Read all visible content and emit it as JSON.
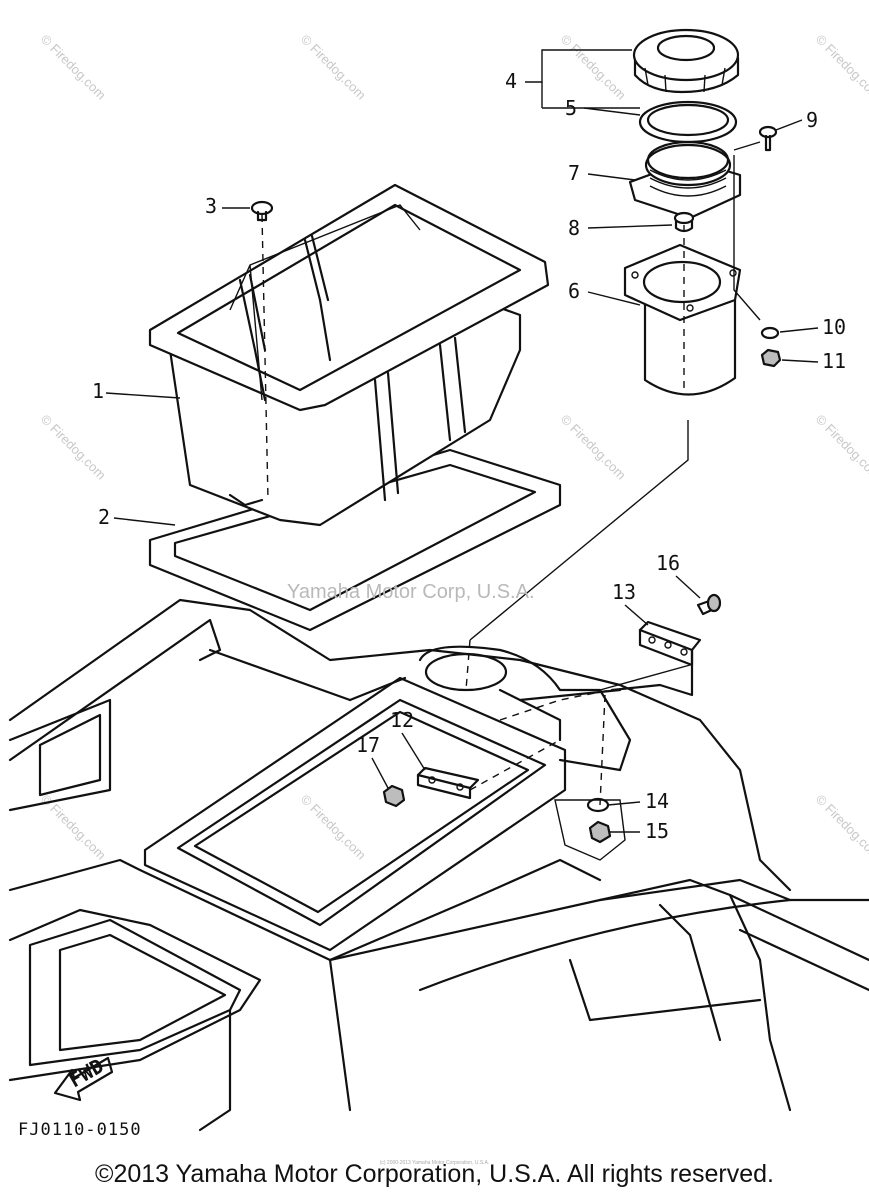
{
  "watermark": {
    "center": "Yamaha Motor Corp, U.S.A.",
    "repeat": "© Firedog.com"
  },
  "callouts": [
    "1",
    "2",
    "3",
    "4",
    "5",
    "6",
    "7",
    "8",
    "9",
    "10",
    "11",
    "12",
    "13",
    "14",
    "15",
    "16",
    "17"
  ],
  "fwd_label": "FWD",
  "diagram_code": "FJ0110-0150",
  "copyright": "©2013 Yamaha Motor Corporation, U.S.A. All rights reserved.",
  "smallprint": "(c) 2000-2013 Yamaha Motor Corporation, U.S.A."
}
